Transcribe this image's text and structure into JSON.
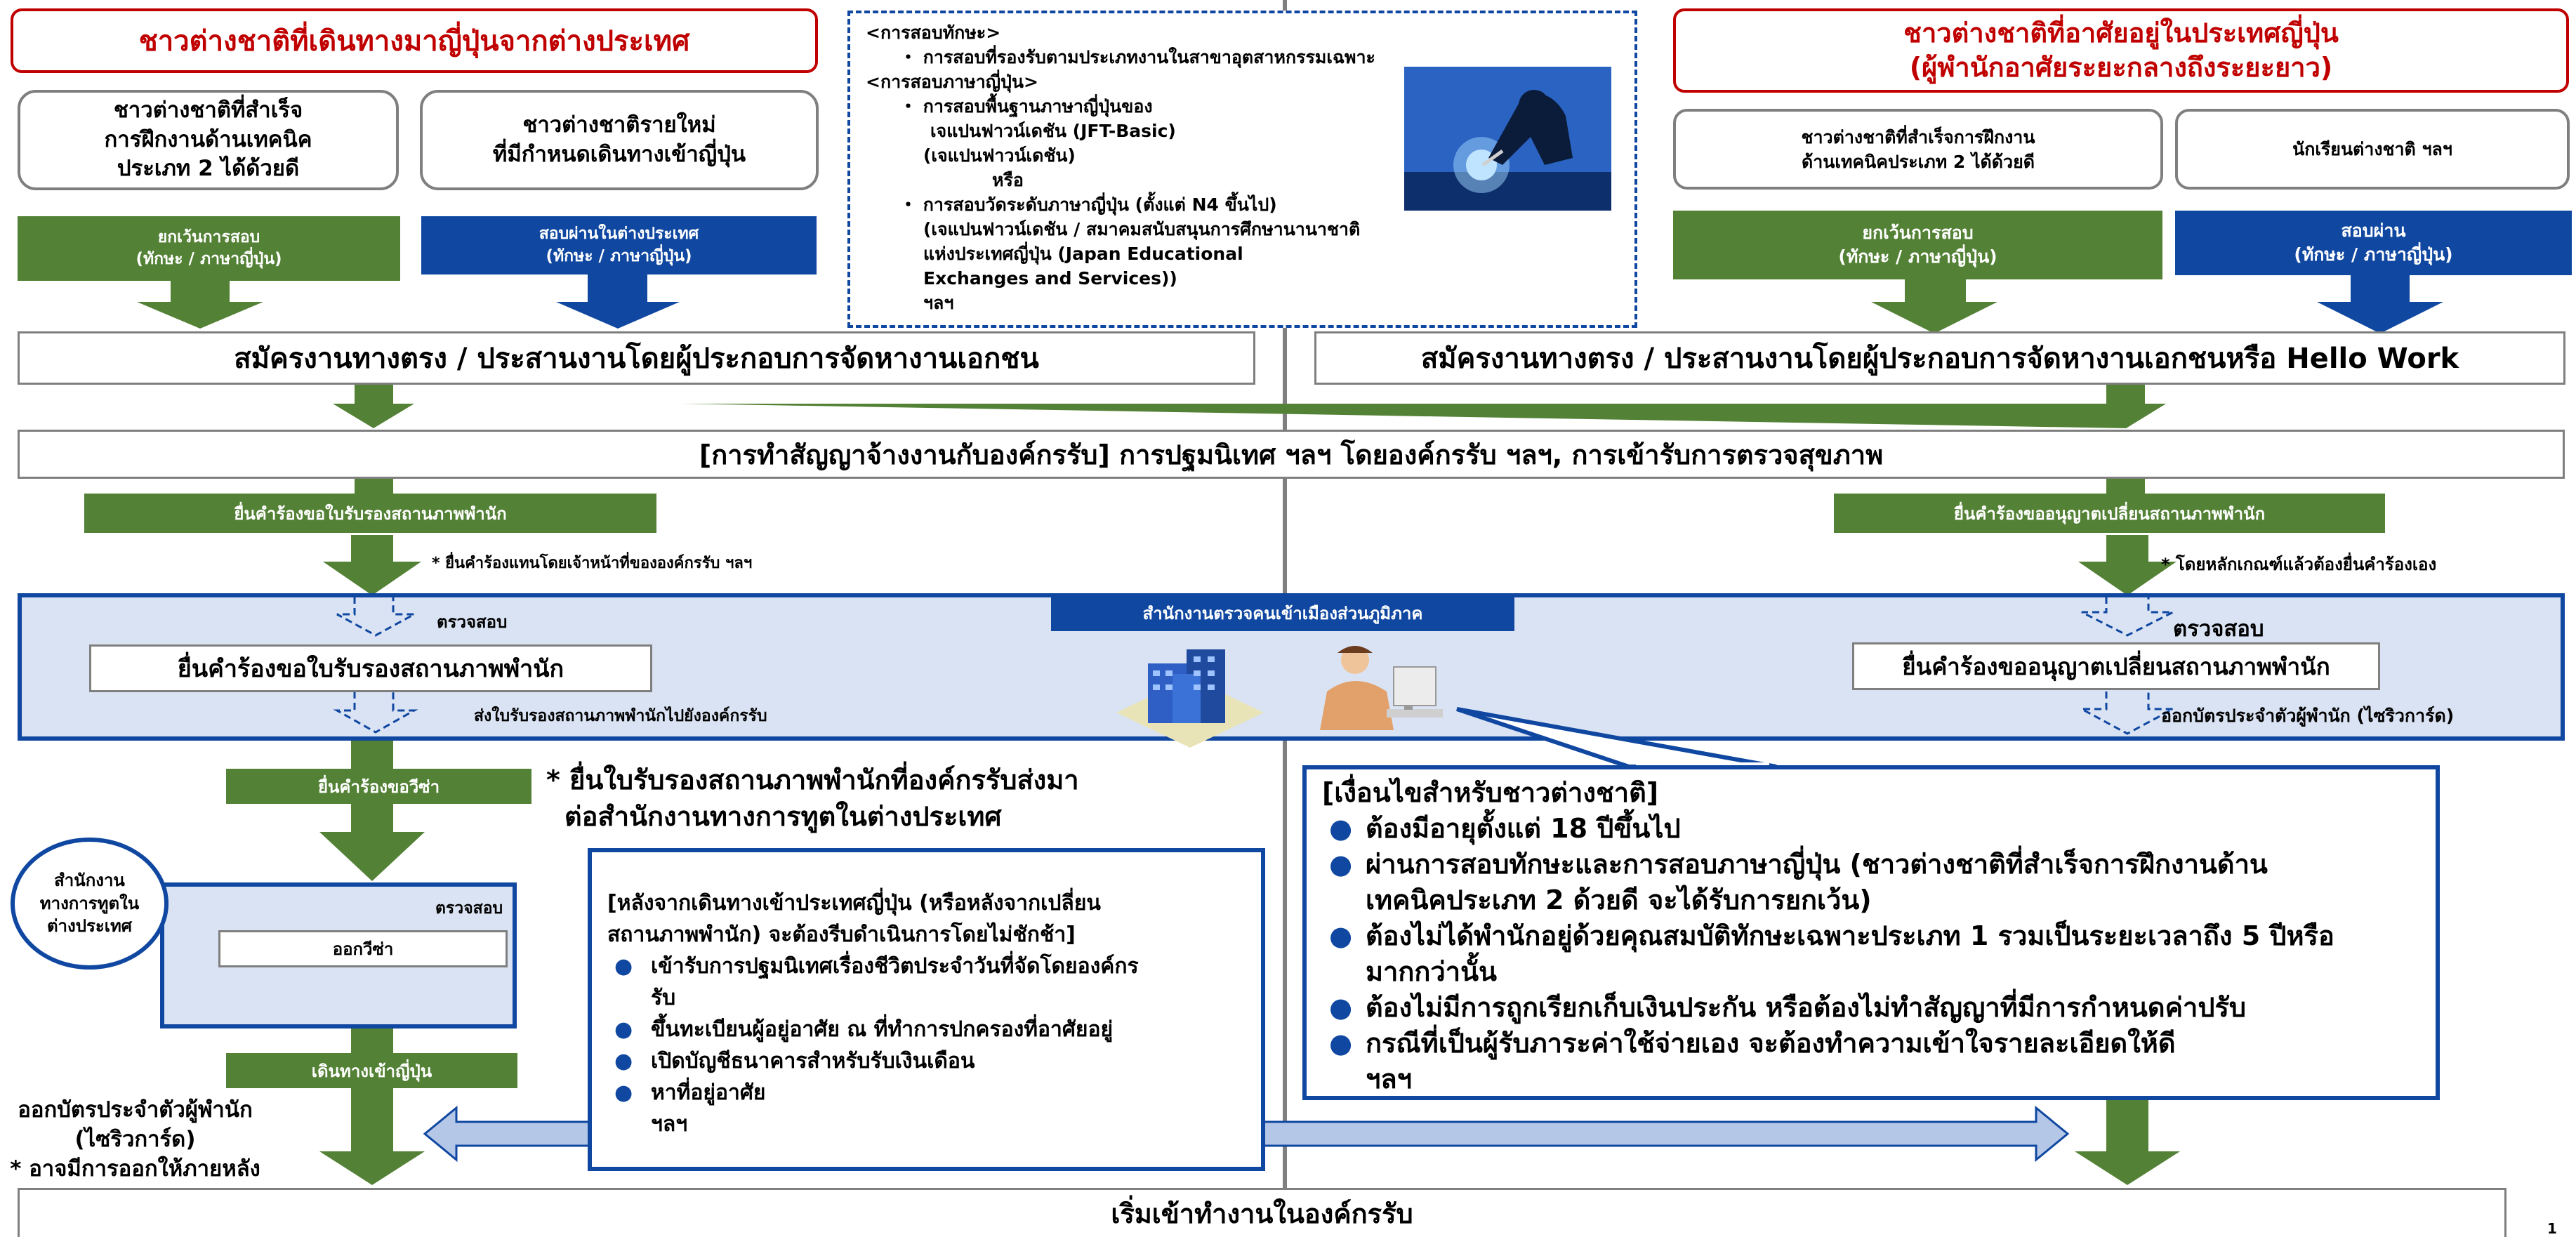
{
  "colors": {
    "red": "#c00000",
    "green": "#538135",
    "blue": "#0f47a1",
    "light_blue": "#dae3f3",
    "arrow_blue": "#b4c7e7"
  },
  "left": {
    "header": "ชาวต่างชาติที่เดินทางมาญี่ปุ่นจากต่างประเทศ",
    "box_a": {
      "line1": "ชาวต่างชาติที่สำเร็จ",
      "line2": "การฝึกงานด้านเทคนิค",
      "line3": "ประเภท 2 ได้ด้วยดี"
    },
    "box_b": {
      "line1": "ชาวต่างชาติรายใหม่",
      "line2": "ที่มีกำหนดเดินทางเข้าญี่ปุ่น"
    },
    "exempt": {
      "line1": "ยกเว้นการสอบ",
      "line2": "(ทักษะ / ภาษาญี่ปุ่น)"
    },
    "pass_abroad": {
      "line1": "สอบผ่านในต่างประเทศ",
      "line2": "(ทักษะ / ภาษาญี่ปุ่น)"
    },
    "apply": "สมัครงานทางตรง / ประสานงานโดยผู้ประกอบการจัดหางานเอกชน",
    "coe_request": "ยื่นคำร้องขอใบรับรองสถานภาพพำนัก",
    "proxy_note": "* ยื่นคำร้องแทนโดยเจ้าหน้าที่ขององค์กรรับ ฯลฯ",
    "check": "ตรวจสอบ",
    "coe_box": "ยื่นคำร้องขอใบรับรองสถานภาพพำนัก",
    "send_coe": "ส่งใบรับรองสถานภาพพำนักไปยังองค์กรรับ",
    "visa_request": "ยื่นคำร้องขอวีซ่า",
    "visa_note": {
      "line1": "* ยื่นใบรับรองสถานภาพพำนักที่องค์กรรับส่งมา",
      "line2": "ต่อสำนักงานทางการทูตในต่างประเทศ"
    },
    "embassy": {
      "line1": "สำนักงาน",
      "line2": "ทางการทูตใน",
      "line3": "ต่างประเทศ"
    },
    "embassy_check": "ตรวจสอบ",
    "issue_visa": "ออกวีซ่า",
    "enter_japan": "เดินทางเข้าญี่ปุ่น",
    "residence_card": {
      "line1": "ออกบัตรประจำตัวผู้พำนัก",
      "line2": "(ไซริวการ์ด)",
      "line3": "* อาจมีการออกให้ภายหลัง"
    }
  },
  "exam_info": {
    "l1": "<การสอบทักษะ>",
    "l2": "・ การสอบที่รองรับตามประเภทงานในสาขาอุตสาหกรรมเฉพาะ",
    "l3": "<การสอบภาษาญี่ปุ่น>",
    "l4": "・ การสอบพื้นฐานภาษาญี่ปุ่นของ",
    "l5": "เจแปนฟาวน์เดชัน (JFT-Basic)",
    "l6": "(เจแปนฟาวน์เดชัน)",
    "l7": "หรือ",
    "l8": "・ การสอบวัดระดับภาษาญี่ปุ่น (ตั้งแต่ N4 ขึ้นไป)",
    "l9": "(เจแปนฟาวน์เดชัน / สมาคมสนับสนุนการศึกษานานาชาติ",
    "l10": "แห่งประเทศญี่ปุ่น (Japan Educational",
    "l11": "Exchanges and Services))",
    "l12": "ฯลฯ"
  },
  "right": {
    "header": {
      "line1": "ชาวต่างชาติที่อาศัยอยู่ในประเทศญี่ปุ่น",
      "line2": "(ผู้พำนักอาศัยระยะกลางถึงระยะยาว)"
    },
    "box_a": {
      "line1": "ชาวต่างชาติที่สำเร็จการฝึกงาน",
      "line2": "ด้านเทคนิคประเภท 2 ได้ด้วยดี"
    },
    "box_b": "นักเรียนต่างชาติ ฯลฯ",
    "exempt": {
      "line1": "ยกเว้นการสอบ",
      "line2": "(ทักษะ / ภาษาญี่ปุ่น)"
    },
    "pass": {
      "line1": "สอบผ่าน",
      "line2": "(ทักษะ / ภาษาญี่ปุ่น)"
    },
    "apply": "สมัครงานทางตรง / ประสานงานโดยผู้ประกอบการจัดหางานเอกชนหรือ Hello Work",
    "change_request": "ยื่นคำร้องขออนุญาตเปลี่ยนสถานภาพพำนัก",
    "self_note": "* โดยหลักเกณฑ์แล้วต้องยื่นคำร้องเอง",
    "check": "ตรวจสอบ",
    "change_box": "ยื่นคำร้องขออนุญาตเปลี่ยนสถานภาพพำนัก",
    "card_issue": "ออกบัตรประจำตัวผู้พำนัก (ไซริวการ์ด)"
  },
  "contract": "[การทำสัญญาจ้างงานกับองค์กรรับ] การปฐมนิเทศ ฯลฯ โดยองค์กรรับ ฯลฯ, การเข้ารับการตรวจสุขภาพ",
  "immigration_office": "สำนักงานตรวจคนเข้าเมืองส่วนภูมิภาค",
  "after_entry": {
    "title_l1": "[หลังจากเดินทางเข้าประเทศญี่ปุ่น (หรือหลังจากเปลี่ยน",
    "title_l2": "สถานภาพพำนัก) จะต้องรีบดำเนินการโดยไม่ชักช้า]",
    "items": [
      {
        "l1": "เข้ารับการปฐมนิเทศเรื่องชีวิตประจำวันที่จัดโดยองค์กร",
        "l2": "รับ"
      },
      {
        "l1": "ขึ้นทะเบียนผู้อยู่อาศัย ณ ที่ทำการปกครองที่อาศัยอยู่",
        "l2": ""
      },
      {
        "l1": "เปิดบัญชีธนาคารสำหรับรับเงินเดือน",
        "l2": ""
      },
      {
        "l1": "หาที่อยู่อาศัย",
        "l2": "ฯลฯ"
      }
    ]
  },
  "conditions": {
    "title": "[เงื่อนไขสำหรับชาวต่างชาติ]",
    "items": [
      {
        "l1": "ต้องมีอายุตั้งแต่ 18 ปีขึ้นไป",
        "l2": ""
      },
      {
        "l1": "ผ่านการสอบทักษะและการสอบภาษาญี่ปุ่น (ชาวต่างชาติที่สำเร็จการฝึกงานด้าน",
        "l2": "เทคนิคประเภท 2 ด้วยดี จะได้รับการยกเว้น)"
      },
      {
        "l1": "ต้องไม่ได้พำนักอยู่ด้วยคุณสมบัติทักษะเฉพาะประเภท 1 รวมเป็นระยะเวลาถึง 5 ปีหรือ",
        "l2": "มากกว่านั้น"
      },
      {
        "l1": "ต้องไม่มีการถูกเรียกเก็บเงินประกัน หรือต้องไม่ทำสัญญาที่มีการกำหนดค่าปรับ",
        "l2": ""
      },
      {
        "l1": "กรณีที่เป็นผู้รับภาระค่าใช้จ่ายเอง จะต้องทำความเข้าใจรายละเอียดให้ดี",
        "l2": "ฯลฯ"
      }
    ]
  },
  "start_work": "เริ่มเข้าทำงานในองค์กรรับ",
  "page_number": "1"
}
